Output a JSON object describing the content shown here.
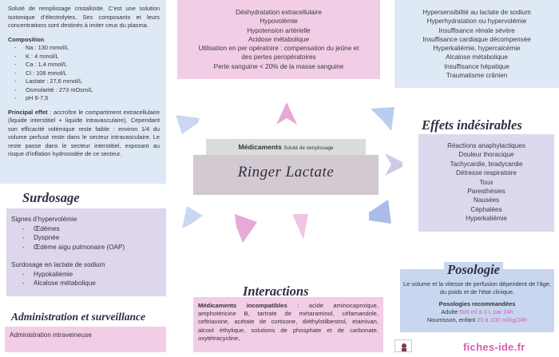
{
  "description": {
    "intro": "Soluté de remplissage cristalloïde. C’est une solution isotonique d’électrolytes. Ses composants et leurs concentrations sont destinés à imiter ceux du plasma.",
    "composition_title": "Composition",
    "composition": [
      "Na : 130 mmol/L",
      "K : 4 mmol/L",
      "Ca : 1,4 mmol/L",
      "Cl : 108 mmol/L",
      "Lactate : 27,6 mmol/L",
      "Osmolarité : 273 mOsm/L",
      "pH 6-7,5"
    ],
    "effect_label": "Principal effet",
    "effect_text": " : accroître le compartiment extracellulaire (liquide interstitiel + liquide intravasculaire). Cependant son efficacité volémique reste faible : environ 1/4 du volume perfusé reste dans le secteur intravasculaire. Le reste passe dans le secteur interstitiel, exposant au risque d’inflation hydrosodée de ce secteur."
  },
  "indications": {
    "items": [
      "Déshydratation extracellulaire",
      "Hypovolémie",
      "Hypotension artérielle",
      "Acidose métabolique",
      "Utilisation en per opératoire : compensation du jeûne et",
      "des pertes peropératoires",
      "Perte sanguine < 20% de la masse sanguine"
    ]
  },
  "contraindications": {
    "items": [
      "Hypersensibilité au lactate de sodium",
      "Hyperhydratation ou hypervolémie",
      "Insuffisance rénale sévère",
      "Insuffisance cardiaque décompensée",
      "Hyperkaliémie, hypercalcémie",
      "Alcalose métabolique",
      "Insuffisance hépatique",
      "Traumatisme crânien"
    ]
  },
  "adverse_effects": {
    "title": "Effets indésirables",
    "items": [
      "Réactions anaphylactiques",
      "Douleur thoracique",
      "Tachycardie, bradycardie",
      "Détresse respiratoire",
      "Toux",
      "Paresthésies",
      "Nausées",
      "Céphalées",
      "Hyperkaliémie"
    ]
  },
  "center": {
    "category": "Médicaments",
    "subcategory": "Soluté de remplissage",
    "drug_name": "Ringer Lactate"
  },
  "overdose": {
    "title": "Surdosage",
    "hypervolemia_title": "Signes d’hypervolémie",
    "hypervolemia_items": [
      "Œdèmes",
      "Dyspnée",
      "Œdème aigu pulmonaire (OAP)"
    ],
    "lactate_title": "Surdosage en lactate de sodium",
    "lactate_items": [
      "Hypokaliémie",
      "Alcalose métabolique"
    ]
  },
  "administration": {
    "title": "Administration et surveillance",
    "label": "Administration",
    "value": " intraveineuse"
  },
  "interactions": {
    "title": "Interactions",
    "label": "Médicaments incompatibles",
    "text": " : acide aminocaproïque, amphotéricine B, tartrate de métaraminol, céfamandole, ceftriaxone, acétate de cortisone, diéthylstilbestrol, etamivan, alcool éthylique, solutions de phosphate et de carbonate, oxytétracycline,"
  },
  "posology": {
    "title": "Posologie",
    "intro": "Le volume et la vitesse de perfusion dépendent de l’âge, du poids et de l’état clinique.",
    "recommended_title": "Posologies recommandées",
    "adult_label": "Adulte ",
    "adult_value": "500 ml à 3 L par 24h",
    "child_label": "Nourrisson, enfant ",
    "child_value": "20 à 100 ml/kg/24h"
  },
  "footer": {
    "brand": "fiches-ide.fr"
  },
  "colors": {
    "blue_box": "#dfe9f6",
    "pink_box": "#f2cde6",
    "lavender_box": "#dcd9ee",
    "accent_pink": "#d95bb3"
  }
}
